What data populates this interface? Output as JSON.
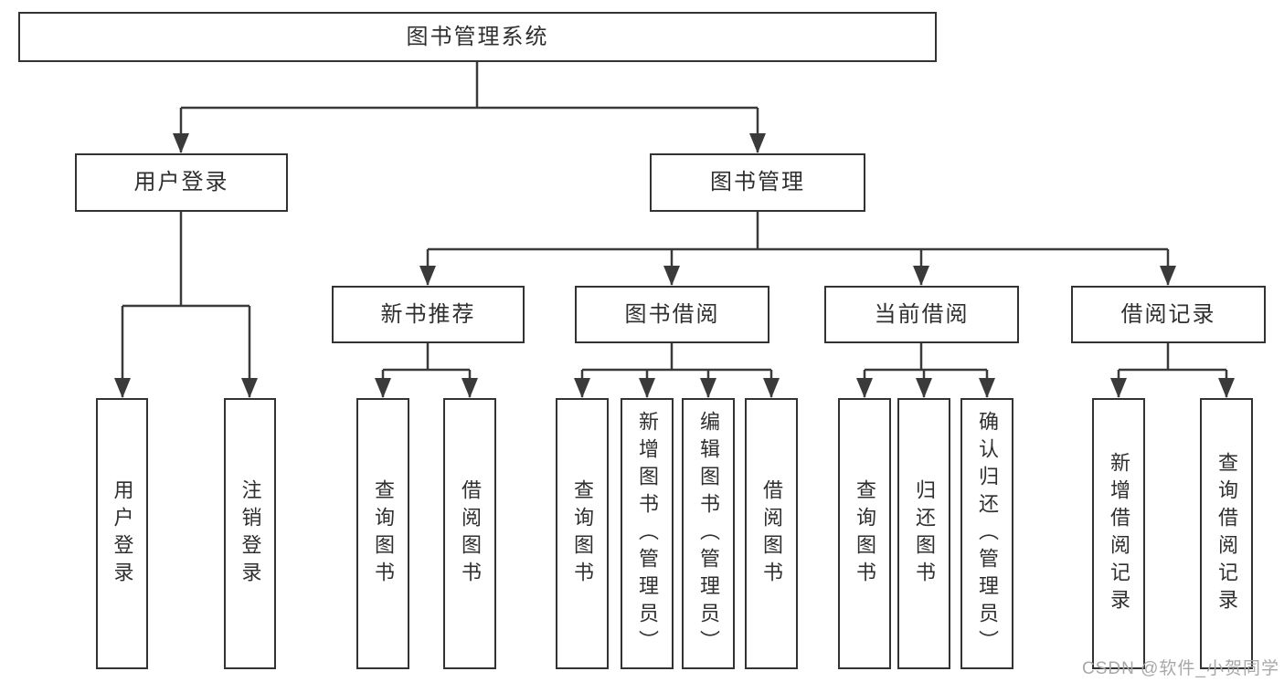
{
  "colors": {
    "line": "#3a3a3a",
    "box_border": "#333333",
    "box_fill": "#ffffff",
    "text": "#2f2f2f",
    "watermark": "#a8a8a8"
  },
  "watermark": {
    "text": "CSDN @软件_小贺同学"
  },
  "nodes": {
    "root": {
      "label": "图书管理系统"
    },
    "user_login": {
      "label": "用户登录"
    },
    "book_mgmt": {
      "label": "图书管理"
    },
    "new_book": {
      "label": "新书推荐"
    },
    "book_borrow": {
      "label": "图书借阅"
    },
    "current_borrow": {
      "label": "当前借阅"
    },
    "borrow_record": {
      "label": "借阅记录"
    },
    "leaf_user_login": {
      "label": "用户登录"
    },
    "leaf_logout": {
      "label": "注销登录"
    },
    "leaf_nb_query": {
      "label": "查询图书"
    },
    "leaf_nb_borrow": {
      "label": "借阅图书"
    },
    "leaf_bw_query": {
      "label": "查询图书"
    },
    "leaf_bw_add": {
      "label": "新增图书（管理员）"
    },
    "leaf_bw_edit": {
      "label": "编辑图书（管理员）"
    },
    "leaf_bw_borrow": {
      "label": "借阅图书"
    },
    "leaf_cu_query": {
      "label": "查询图书"
    },
    "leaf_cu_return": {
      "label": "归还图书"
    },
    "leaf_cu_confirm": {
      "label": "确认归还（管理员）"
    },
    "leaf_rc_add": {
      "label": "新增借阅记录"
    },
    "leaf_rc_query": {
      "label": "查询借阅记录"
    }
  },
  "hierarchy": {
    "图书管理系统": {
      "用户登录": [
        "用户登录",
        "注销登录"
      ],
      "图书管理": {
        "新书推荐": [
          "查询图书",
          "借阅图书"
        ],
        "图书借阅": [
          "查询图书",
          "新增图书（管理员）",
          "编辑图书（管理员）",
          "借阅图书"
        ],
        "当前借阅": [
          "查询图书",
          "归还图书",
          "确认归还（管理员）"
        ],
        "借阅记录": [
          "新增借阅记录",
          "查询借阅记录"
        ]
      }
    }
  }
}
